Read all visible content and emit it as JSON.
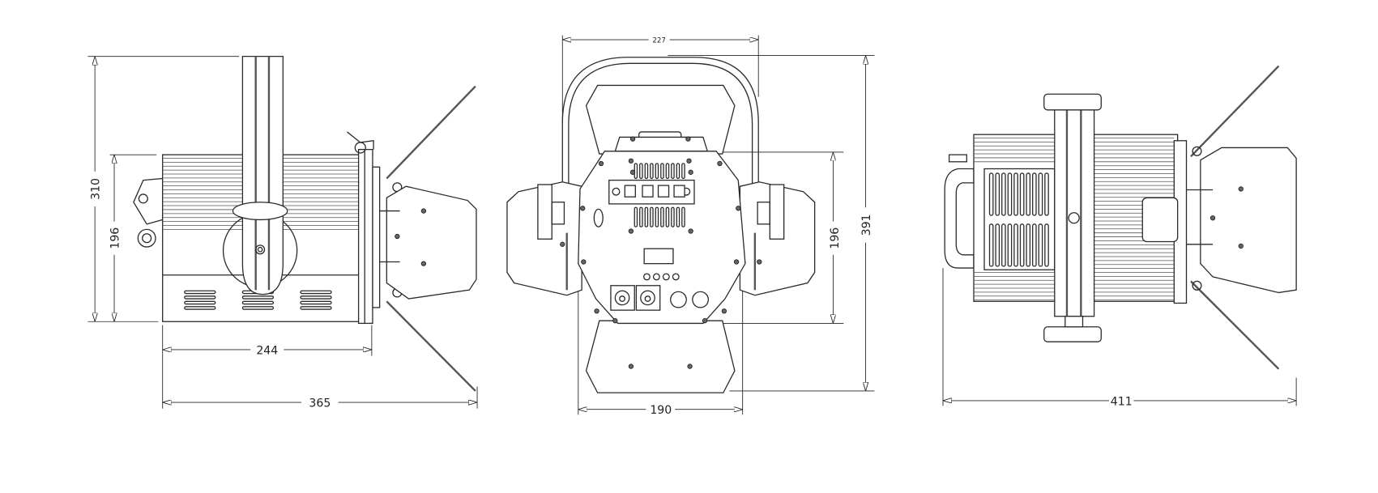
{
  "drawing": {
    "side_view": {
      "height_overall": "310",
      "height_body": "196",
      "length_body": "244",
      "length_overall": "365"
    },
    "front_view": {
      "width_yoke": "227",
      "height_body": "196",
      "height_overall": "391",
      "width_body": "190"
    },
    "top_view": {
      "length_overall": "411"
    }
  }
}
